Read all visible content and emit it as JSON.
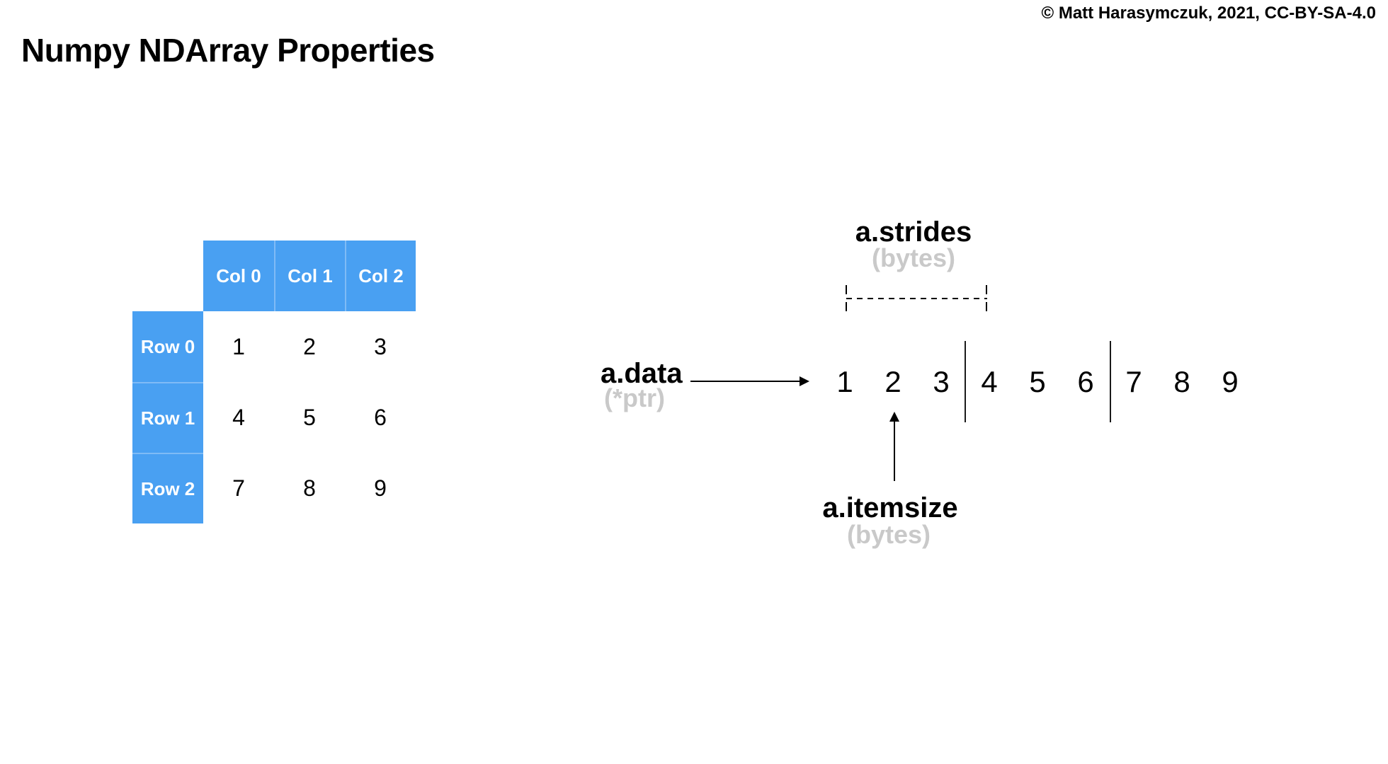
{
  "page": {
    "title": "Numpy NDArray Properties",
    "copyright": "© Matt Harasymczuk, 2021, CC-BY-SA-4.0"
  },
  "colors": {
    "table_blue": "#49A0F2",
    "table_divider_blue": "#7FBBF6",
    "muted_gray": "#C9C9C9",
    "ink": "#000000"
  },
  "matrix_table": {
    "col_headers": [
      "Col 0",
      "Col 1",
      "Col 2"
    ],
    "row_headers": [
      "Row 0",
      "Row 1",
      "Row 2"
    ],
    "rows": [
      [
        "1",
        "2",
        "3"
      ],
      [
        "4",
        "5",
        "6"
      ],
      [
        "7",
        "8",
        "9"
      ]
    ]
  },
  "memory": {
    "cells": [
      "1",
      "2",
      "3",
      "4",
      "5",
      "6",
      "7",
      "8",
      "9"
    ],
    "groups_of": 3
  },
  "labels": {
    "data": {
      "name": "a.data",
      "sub": "(*ptr)"
    },
    "strides": {
      "name": "a.strides",
      "sub": "(bytes)"
    },
    "itemsize": {
      "name": "a.itemsize",
      "sub": "(bytes)"
    }
  }
}
